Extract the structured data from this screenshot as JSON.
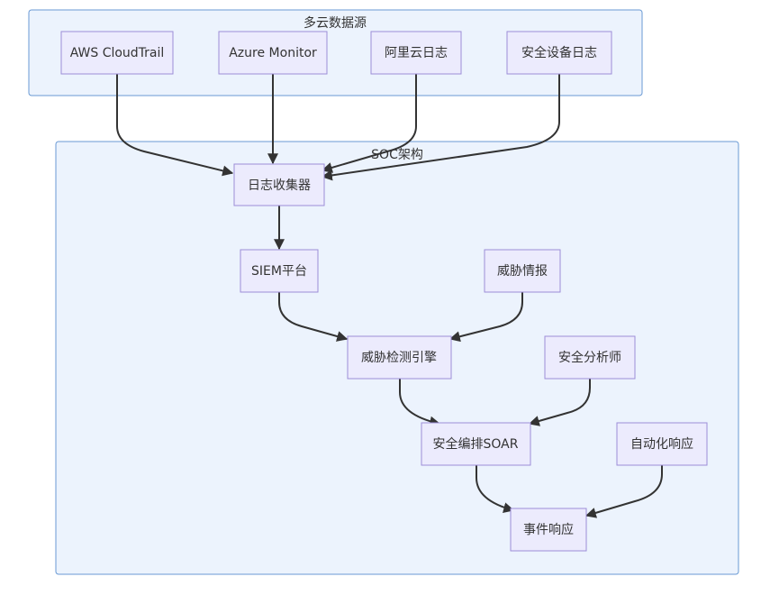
{
  "clusters": {
    "multicloud": {
      "label": "多云数据源"
    },
    "soc": {
      "label": "SOC架构"
    }
  },
  "nodes": {
    "aws": {
      "label": "AWS CloudTrail"
    },
    "azure": {
      "label": "Azure Monitor"
    },
    "aliyun": {
      "label": "阿里云日志"
    },
    "secdev": {
      "label": "安全设备日志"
    },
    "collector": {
      "label": "日志收集器"
    },
    "siem": {
      "label": "SIEM平台"
    },
    "threatintel": {
      "label": "威胁情报"
    },
    "detection": {
      "label": "威胁检测引擎"
    },
    "analyst": {
      "label": "安全分析师"
    },
    "soar": {
      "label": "安全编排SOAR"
    },
    "autoresp": {
      "label": "自动化响应"
    },
    "incident": {
      "label": "事件响应"
    }
  },
  "edges": [
    {
      "from": "aws",
      "to": "collector"
    },
    {
      "from": "azure",
      "to": "collector"
    },
    {
      "from": "aliyun",
      "to": "collector"
    },
    {
      "from": "secdev",
      "to": "collector"
    },
    {
      "from": "collector",
      "to": "siem"
    },
    {
      "from": "siem",
      "to": "detection"
    },
    {
      "from": "threatintel",
      "to": "detection"
    },
    {
      "from": "detection",
      "to": "soar"
    },
    {
      "from": "analyst",
      "to": "soar"
    },
    {
      "from": "soar",
      "to": "incident"
    },
    {
      "from": "autoresp",
      "to": "incident"
    }
  ]
}
